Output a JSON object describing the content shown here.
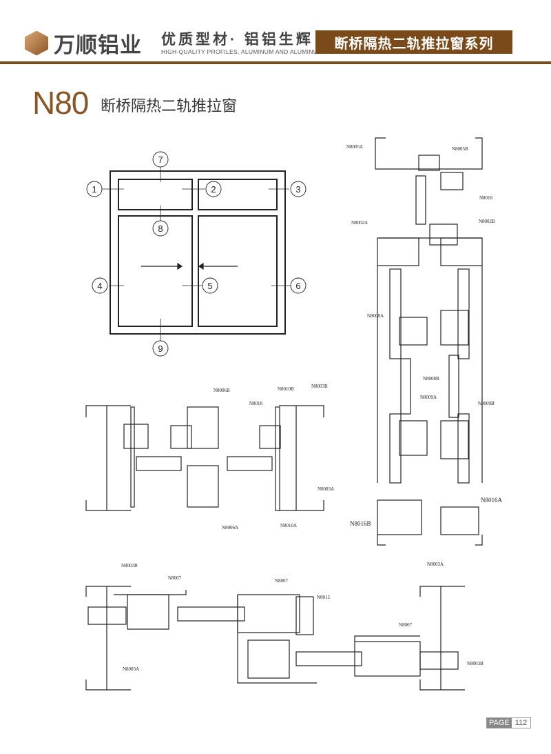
{
  "header": {
    "brand": "万顺铝业",
    "slogan": "优质型材· 铝铝生辉",
    "slogan_en": "HIGH-QUALITY PROFILES, ALUMINUM AND ALUMINUM",
    "series": "断桥隔热二轨推拉窗系列",
    "accent": "#7b4a1a"
  },
  "main": {
    "model": "N80",
    "title": "断桥隔热二轨推拉窗",
    "elevation_markers": [
      "1",
      "2",
      "3",
      "4",
      "5",
      "6",
      "7",
      "8",
      "9"
    ],
    "vertical_section_labels": [
      "N8005A",
      "N8005B",
      "N8018",
      "N8002A",
      "N8002B",
      "N8008A",
      "N8008B",
      "N8009A",
      "N8009B",
      "N8016A",
      "N8016B"
    ],
    "middle_section_labels": [
      "N8006B",
      "N8018",
      "N8010B",
      "N8003B",
      "N8003A",
      "N8006A",
      "N8010A"
    ],
    "bottom_section_labels": [
      "N8003B",
      "N8007",
      "N8007",
      "N8015",
      "N8003A",
      "N8007",
      "N8003A",
      "N8003B"
    ]
  },
  "footer": {
    "page_label": "PAGE",
    "page_number": "112"
  }
}
